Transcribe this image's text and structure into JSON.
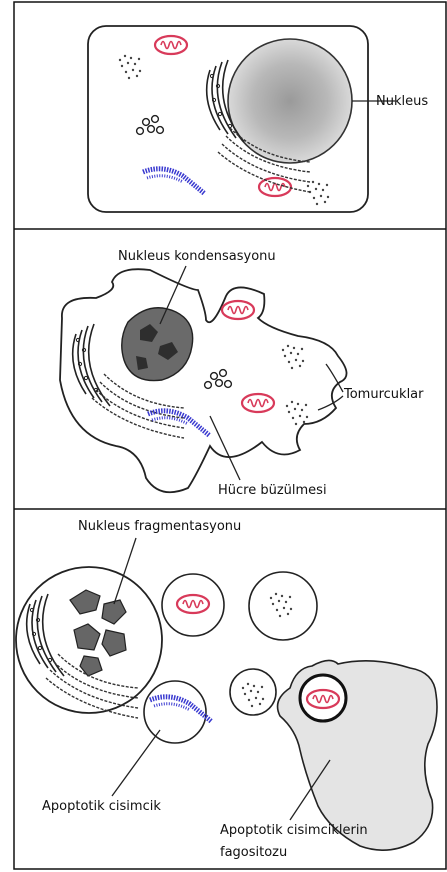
{
  "panel1": {
    "nucleus_label": "Nukleus"
  },
  "panel2": {
    "condensation_label": "Nukleus kondensasyonu",
    "budding_label": "Tomurcuklar",
    "shrinkage_label": "Hücre büzülmesi"
  },
  "panel3": {
    "fragmentation_label": "Nukleus fragmentasyonu",
    "body_label": "Apoptotik cisimcik",
    "phago_label_line1": "Apoptotik cisimciklerin",
    "phago_label_line2": "fagositozu"
  },
  "colors": {
    "mitochondria": "#d83a5a",
    "ribosome_blue": "#3a3ad0",
    "nucleus_gray": "#9a9a9a",
    "fragment_dark": "#555555",
    "phagocyte": "#e4e4e4"
  }
}
